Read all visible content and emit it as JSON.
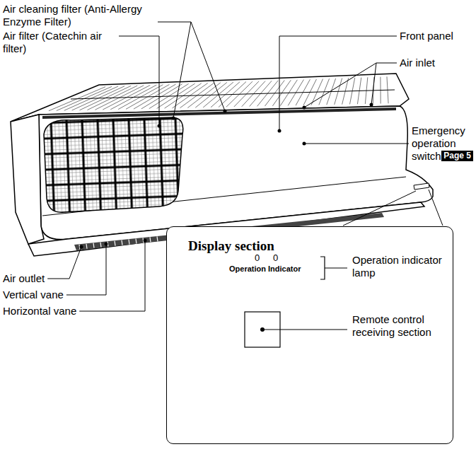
{
  "diagram": {
    "nodes": [
      {
        "text": [
          "Display section",
          "0",
          "0",
          "Operation Indicator",
          "Operation indicator lamp",
          "Remote control receiving section"
        ]
      }
    ],
    "labels": [
      "Air cleaning filter (Anti-Allergy Enzyme Filter)",
      "Air filter (Catechin air filter)",
      "Front panel",
      "Air inlet",
      "Emergency operation switch",
      "Page 5",
      "Air outlet",
      "Vertical vane",
      "Horizontal vane"
    ]
  }
}
